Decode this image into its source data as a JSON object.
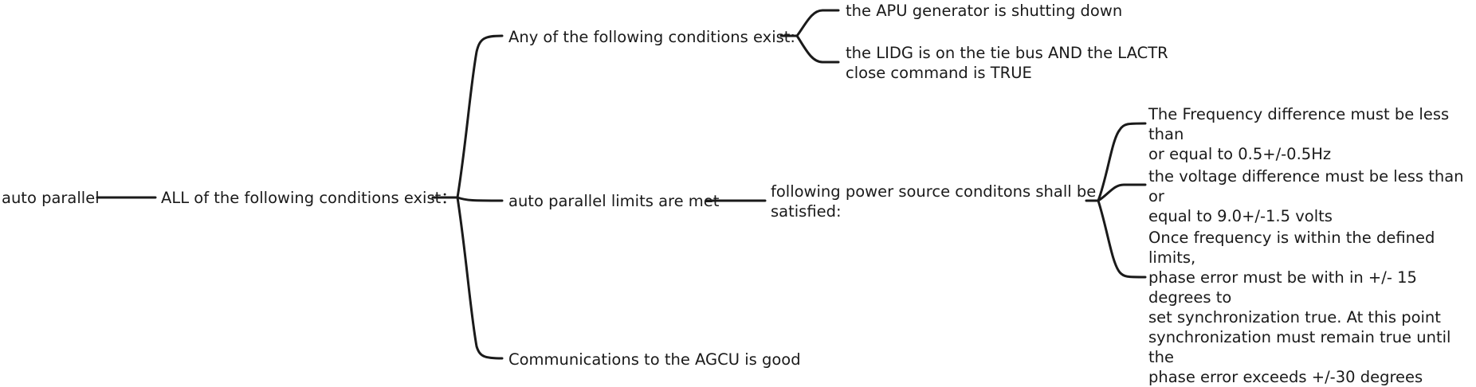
{
  "nodes": {
    "root": "auto parallel",
    "all": "ALL of the following conditions exist：",
    "any": "Any of the following conditions exist:",
    "apu": "the APU generator is shutting down",
    "lidg": "the LIDG is on the tie bus AND the LACTR\nclose command is TRUE",
    "limits": "auto parallel limits are met",
    "power": "following power source conditons shall be\nsatisfied:",
    "freq": "The Frequency difference must be less than\nor equal to 0.5+/-0.5Hz",
    "volt": "the voltage difference must be less than or\nequal to 9.0+/-1.5 volts",
    "phase": "Once frequency is within the defined limits,\nphase error must be with in +/- 15 degrees to\nset synchronization true. At this point\nsynchronization must remain true until the\nphase error exceeds +/-30 degrees",
    "comms": "Communications to the AGCU is good"
  }
}
